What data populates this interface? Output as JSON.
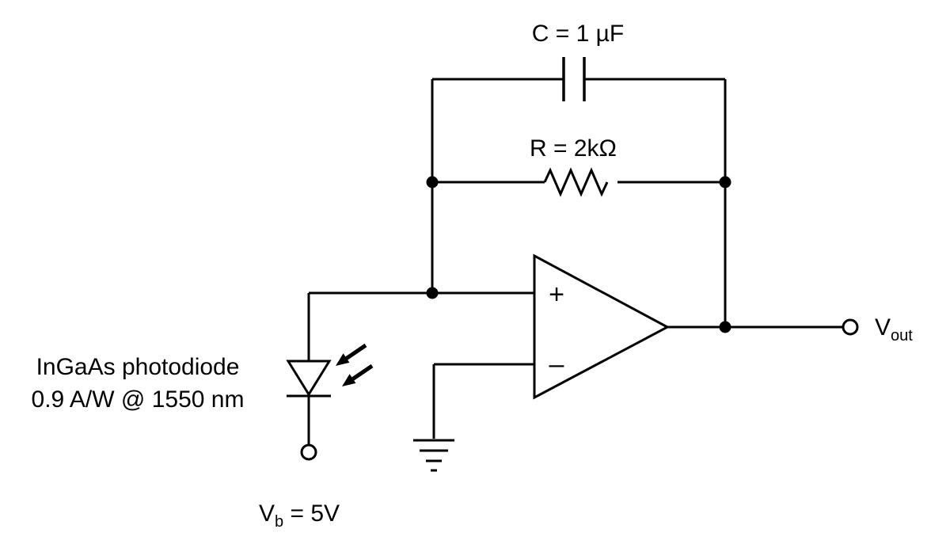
{
  "diagram": {
    "type": "circuit-schematic",
    "description": "Transimpedance amplifier with InGaAs photodiode, parallel RC feedback network, grounded inverting input, and labeled output",
    "colors": {
      "stroke": "#000000",
      "background": "#ffffff"
    },
    "labels": {
      "capacitor": "C = 1 µF",
      "resistor": "R = 2kΩ",
      "photodiode_line1": "InGaAs photodiode",
      "photodiode_line2": "0.9 A/W @ 1550 nm",
      "opamp_plus": "+",
      "opamp_minus": "–",
      "bias_v": "V",
      "bias_sub": "b",
      "bias_value": " = 5V",
      "vout_v": "V",
      "vout_sub": "out"
    },
    "components": {
      "capacitor_value": "1 µF",
      "resistor_value": "2 kΩ",
      "photodiode_responsivity": "0.9 A/W",
      "photodiode_wavelength": "1550 nm",
      "bias_voltage": "5V"
    }
  }
}
